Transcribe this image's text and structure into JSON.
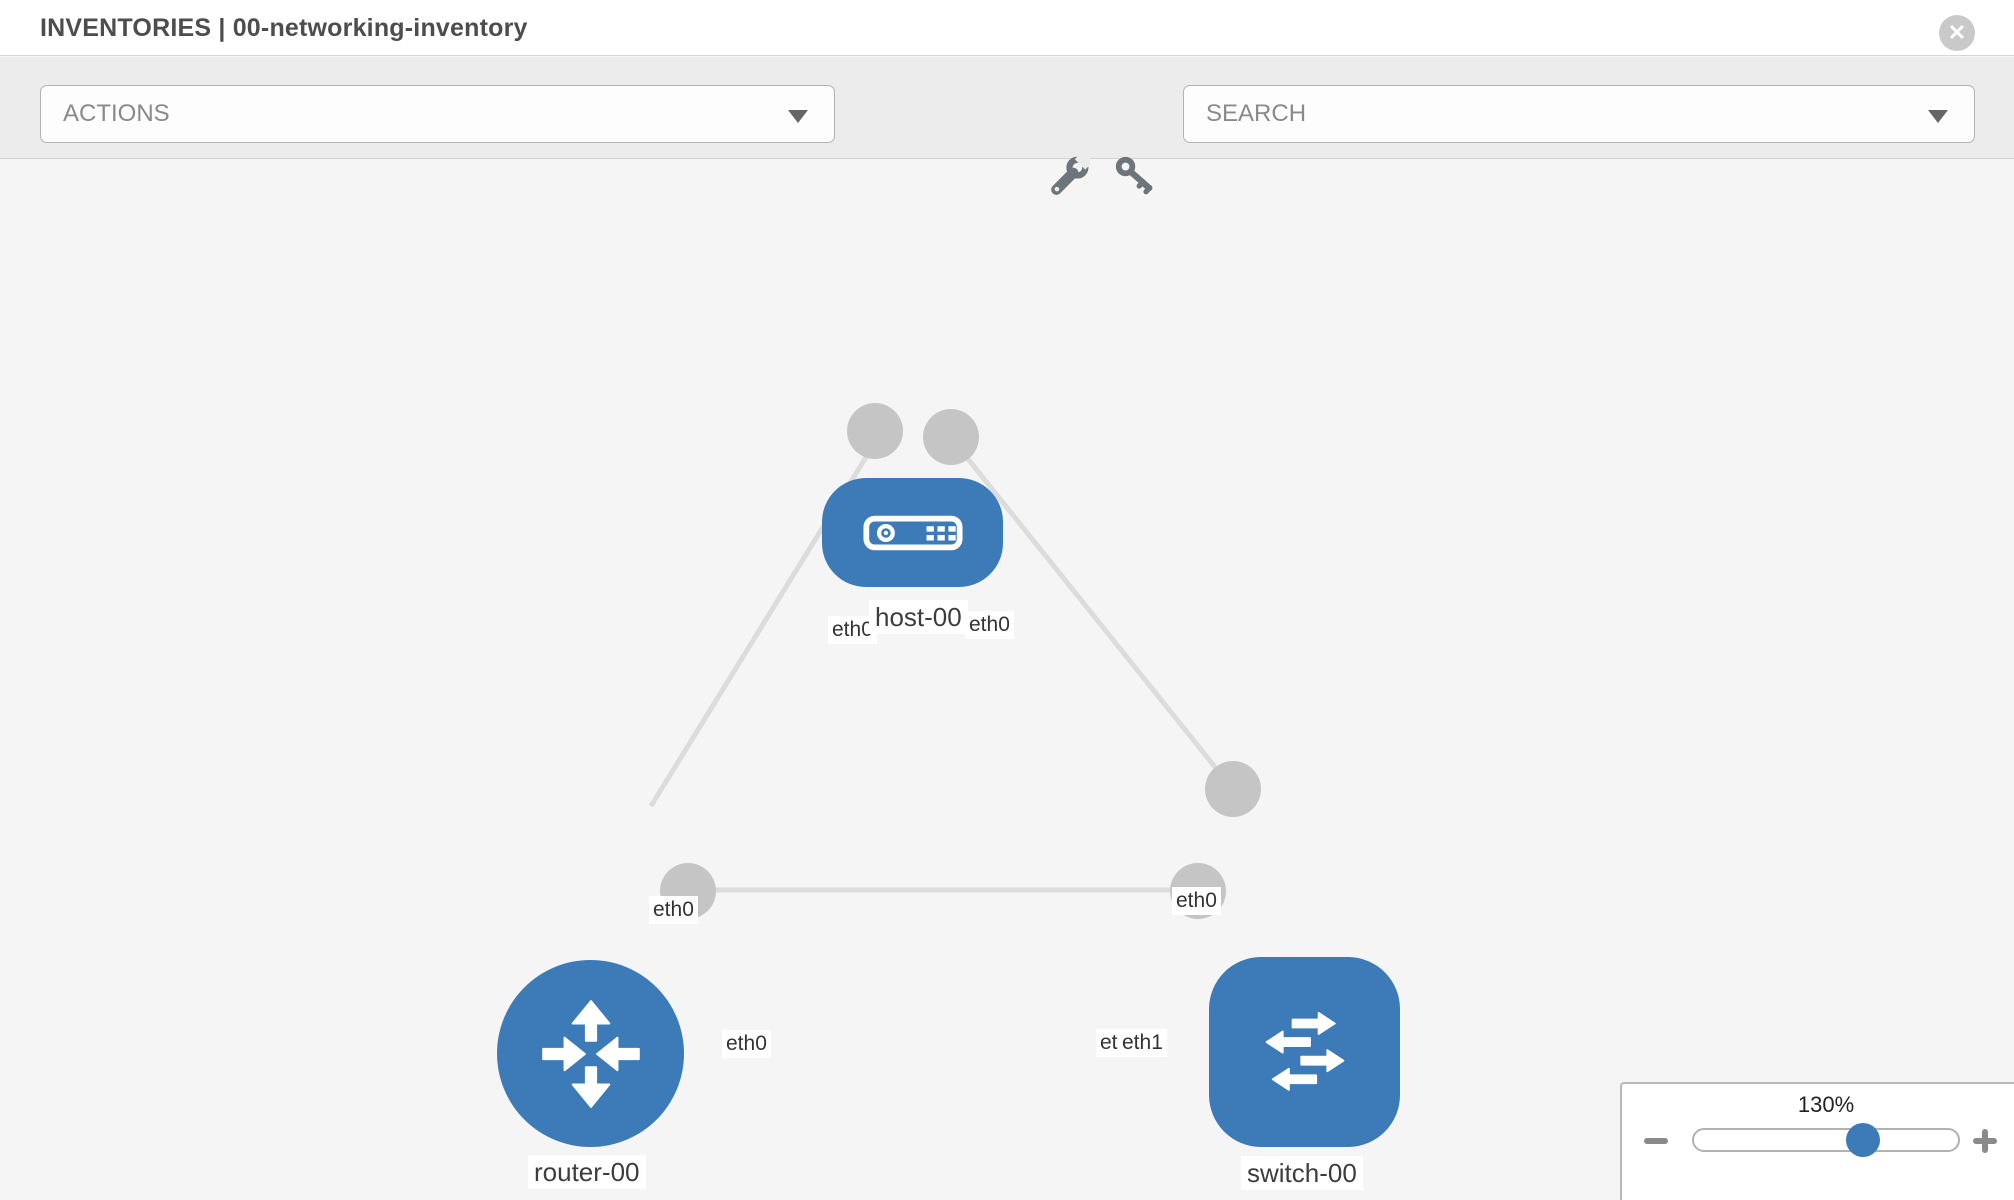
{
  "header": {
    "title": "INVENTORIES | 00-networking-inventory",
    "close_glyph": "✕"
  },
  "toolbar": {
    "actions_label": "ACTIONS",
    "search_label": "SEARCH"
  },
  "colors": {
    "node_blue": "#3c7bb7",
    "port_gray": "#c5c5c5",
    "edge_gray": "#dcdcdc",
    "toolbar_bg": "#ececec",
    "canvas_bg": "#f5f5f5"
  },
  "topology": {
    "nodes": [
      {
        "label": "host-00",
        "type": "host"
      },
      {
        "label": "router-00",
        "type": "router"
      },
      {
        "label": "switch-00",
        "type": "switch"
      }
    ],
    "edges": [
      {
        "from": "host-00",
        "to": "router-00"
      },
      {
        "from": "host-00",
        "to": "switch-00"
      },
      {
        "from": "router-00",
        "to": "switch-00"
      }
    ],
    "interface_labels": {
      "host_left": "eth0",
      "host_right": "eth0",
      "router_link_end": "eth0",
      "switch_top_end": "eth0",
      "router_port": "eth0",
      "switch_port_under": "eth0",
      "switch_port_eth1": "eth1"
    }
  },
  "zoom_control": {
    "percent_label": "130%",
    "value": 130
  }
}
